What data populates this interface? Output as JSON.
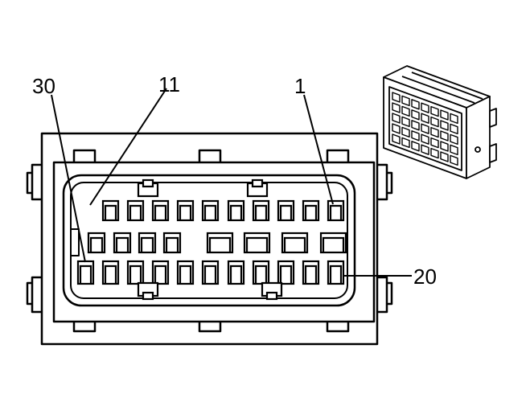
{
  "labels": {
    "pin_30": "30",
    "pin_11": "11",
    "pin_1": "1",
    "pin_20": "20"
  },
  "colors": {
    "line": "#000000",
    "background": "#ffffff"
  }
}
